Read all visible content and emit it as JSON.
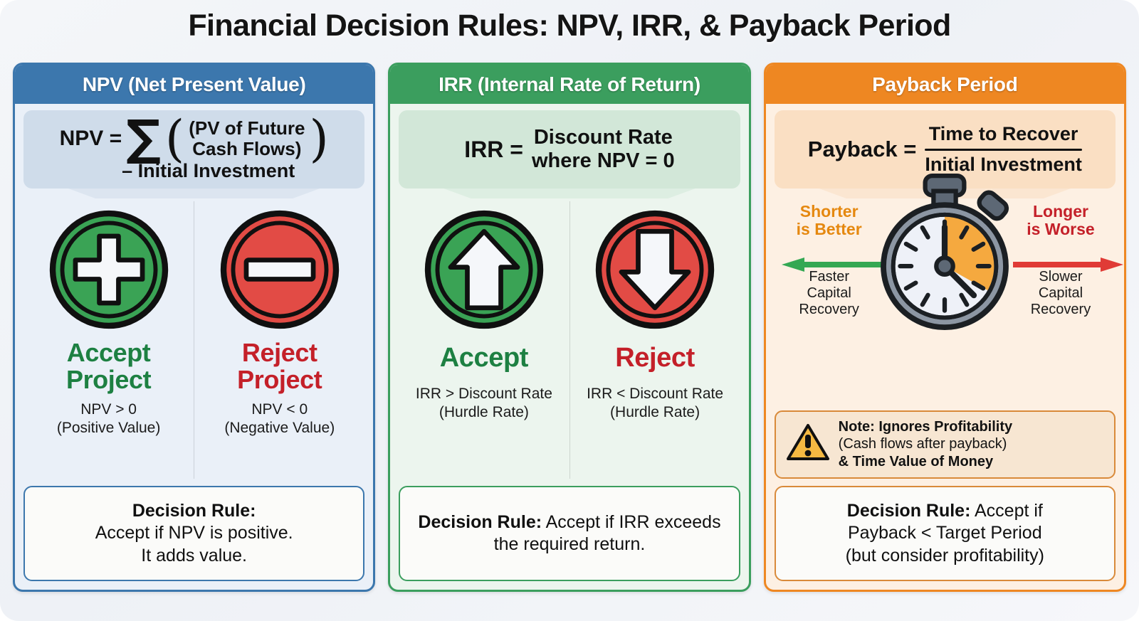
{
  "title": "Financial Decision Rules: NPV, IRR, & Payback Period",
  "colors": {
    "npv_accent": "#3c77ad",
    "irr_accent": "#3b9e5e",
    "payback_accent": "#ee8722",
    "accept_green": "#1d8042",
    "reject_red": "#c42029",
    "warning_amber": "#f5b942",
    "page_background": "#f1f4f8"
  },
  "panels": {
    "npv": {
      "header": "NPV (Net Present Value)",
      "formula": {
        "lhs": "NPV =",
        "sigma": "∑",
        "numerator_line1": "(PV of Future",
        "numerator_line2": "Cash Flows)",
        "subtraction": "– Initial Investment"
      },
      "verdicts": [
        {
          "icon": "plus-circle-icon",
          "title_line1": "Accept",
          "title_line2": "Project",
          "sub_line1": "NPV > 0",
          "sub_line2": "(Positive Value)",
          "tone": "accept"
        },
        {
          "icon": "minus-circle-icon",
          "title_line1": "Reject",
          "title_line2": "Project",
          "sub_line1": "NPV < 0",
          "sub_line2": "(Negative Value)",
          "tone": "reject"
        }
      ],
      "rule": {
        "label": "Decision Rule:",
        "line1": "Accept if NPV is positive.",
        "line2": "It adds value."
      }
    },
    "irr": {
      "header": "IRR (Internal Rate of Return)",
      "formula": {
        "lhs": "IRR =",
        "rhs_line1": "Discount Rate",
        "rhs_line2": "where NPV = 0"
      },
      "verdicts": [
        {
          "icon": "arrow-up-circle-icon",
          "title": "Accept",
          "sub_line1": "IRR > Discount Rate",
          "sub_line2": "(Hurdle Rate)",
          "tone": "accept"
        },
        {
          "icon": "arrow-down-circle-icon",
          "title": "Reject",
          "sub_line1": "IRR < Discount Rate",
          "sub_line2": "(Hurdle Rate)",
          "tone": "reject"
        }
      ],
      "rule": {
        "label": "Decision Rule:",
        "text": " Accept if IRR exceeds the required return."
      }
    },
    "payback": {
      "header": "Payback Period",
      "formula": {
        "lhs": "Payback =",
        "numerator": "Time to Recover",
        "denominator": "Initial Investment"
      },
      "left": {
        "head_line1": "Shorter",
        "head_line2": "is Better",
        "sub_line1": "Faster",
        "sub_line2": "Capital",
        "sub_line3": "Recovery",
        "arrow": "left-arrow-icon"
      },
      "right": {
        "head_line1": "Longer",
        "head_line2": "is Worse",
        "sub_line1": "Slower",
        "sub_line2": "Capital",
        "sub_line3": "Recovery",
        "arrow": "right-arrow-icon"
      },
      "center_icon": "stopwatch-icon",
      "note": {
        "icon": "warning-triangle-icon",
        "line1": "Note: Ignores Profitability",
        "line2": "(Cash flows after payback)",
        "line3": "& Time Value of Money"
      },
      "rule": {
        "label": "Decision Rule:",
        "line1": " Accept if",
        "line2": "Payback < Target Period",
        "line3": "(but consider profitability)"
      }
    }
  }
}
